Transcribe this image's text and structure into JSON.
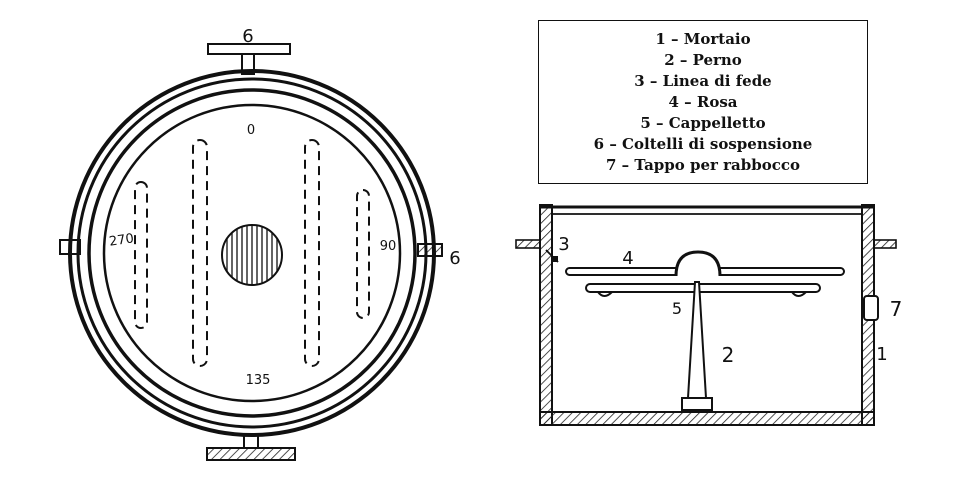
{
  "legend": {
    "items": [
      "1 – Mortaio",
      "2 – Perno",
      "3 – Linea di fede",
      "4 – Rosa",
      "5 – Cappelletto",
      "6 – Coltelli di sospensione",
      "7 – Tappo per rabbocco"
    ]
  },
  "top_view": {
    "label_top": "6",
    "label_right": "6",
    "label_center_top": "0",
    "label_left": "270",
    "label_right_inner": "90",
    "label_bottom": "135"
  },
  "side_view": {
    "label_linea_di_fede": "3",
    "label_rosa": "4",
    "label_cappelletto": "5",
    "label_perno": "2",
    "label_tappo": "7",
    "label_mortaio": "1"
  }
}
